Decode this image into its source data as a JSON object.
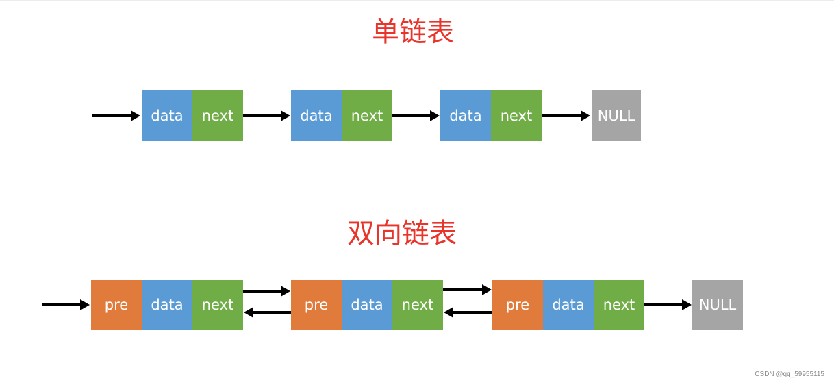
{
  "colors": {
    "title": "#e8352c",
    "pre": "#e07b3c",
    "data": "#5b9bd5",
    "next": "#70ad47",
    "null": "#a5a5a5",
    "arrow": "#000000"
  },
  "singly_linked_list": {
    "title": "单链表",
    "nodes": [
      {
        "data": "data",
        "next": "next"
      },
      {
        "data": "data",
        "next": "next"
      },
      {
        "data": "data",
        "next": "next"
      }
    ],
    "terminator": "NULL"
  },
  "doubly_linked_list": {
    "title": "双向链表",
    "nodes": [
      {
        "pre": "pre",
        "data": "data",
        "next": "next"
      },
      {
        "pre": "pre",
        "data": "data",
        "next": "next"
      },
      {
        "pre": "pre",
        "data": "data",
        "next": "next"
      }
    ],
    "terminator": "NULL"
  },
  "watermark": "CSDN @qq_59955115"
}
